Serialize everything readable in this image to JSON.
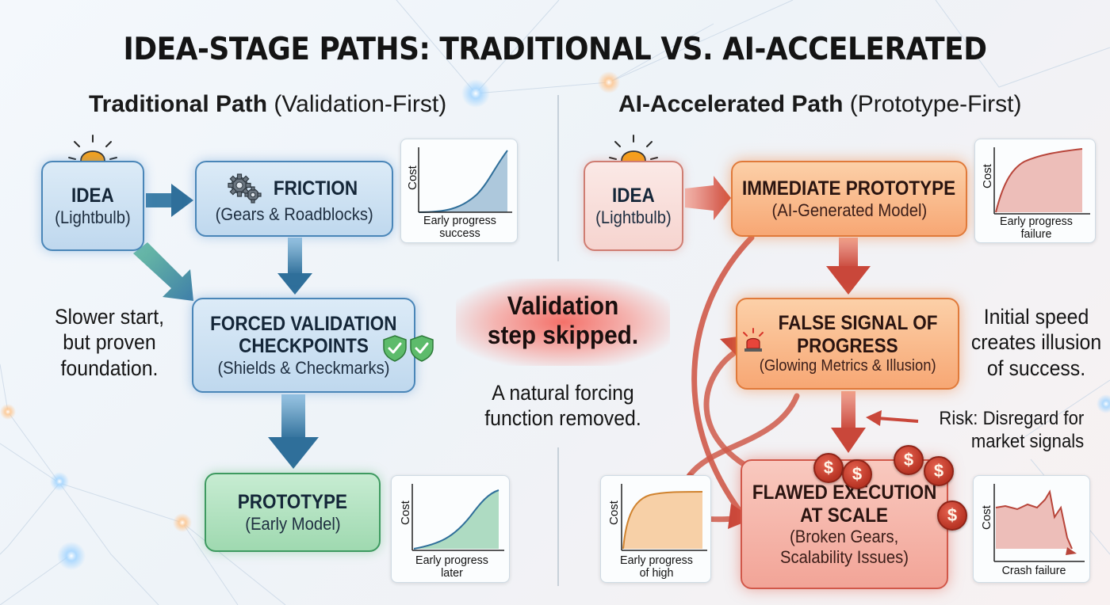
{
  "title": "IDEA-STAGE PATHS: TRADITIONAL VS. AI-ACCELERATED",
  "traditional": {
    "heading_bold": "Traditional Path",
    "heading_paren": "(Validation-First)",
    "idea": {
      "title": "IDEA",
      "subtitle": "(Lightbulb)"
    },
    "friction": {
      "title": "FRICTION",
      "subtitle": "(Gears & Roadblocks)"
    },
    "checkpoints": {
      "title_line1": "FORCED VALIDATION",
      "title_line2": "CHECKPOINTS",
      "subtitle": "(Shields & Checkmarks)"
    },
    "prototype": {
      "title": "PROTOTYPE",
      "subtitle": "(Early Model)"
    },
    "note": [
      "Slower start,",
      "but proven",
      "foundation."
    ],
    "chart_success": {
      "ylabel": "Cost",
      "xlabel_line1": "Early progress",
      "xlabel_line2": "success"
    },
    "chart_later": {
      "ylabel": "Cost",
      "xlabel_line1": "Early progress",
      "xlabel_line2": "later"
    }
  },
  "center": {
    "headline_line1": "Validation",
    "headline_line2": "step skipped.",
    "sub_line1": "A natural forcing",
    "sub_line2": "function removed."
  },
  "ai": {
    "heading_bold": "AI-Accelerated Path",
    "heading_paren": "(Prototype-First)",
    "idea": {
      "title": "IDEA",
      "subtitle": "(Lightbulb)"
    },
    "prototype": {
      "title": "IMMEDIATE PROTOTYPE",
      "subtitle": "(AI-Generated Model)"
    },
    "false_signal": {
      "title_line1": "FALSE SIGNAL OF",
      "title_line2": "PROGRESS",
      "subtitle": "(Glowing Metrics & Illusion)"
    },
    "execution": {
      "title_line1": "FLAWED EXECUTION",
      "title_line2": "AT SCALE",
      "subtitle_line1": "(Broken Gears,",
      "subtitle_line2": "Scalability Issues)"
    },
    "note": [
      "Initial speed",
      "creates illusion",
      "of success."
    ],
    "risk": [
      "Risk: Disregard for",
      "market signals"
    ],
    "coin_symbol": "$",
    "chart_failure": {
      "ylabel": "Cost",
      "xlabel_line1": "Early progress",
      "xlabel_line2": "failure"
    },
    "chart_high": {
      "ylabel": "Cost",
      "xlabel_line1": "Early progress",
      "xlabel_line2": "of high"
    },
    "chart_crash": {
      "ylabel": "Cost",
      "xlabel_line1": "Crash failure"
    }
  },
  "colors": {
    "blue_arrow": "#2f6f9a",
    "teal_arrow": "#3e8f8c",
    "red_arrow": "#cf4b3c",
    "blue_box": "#bfd8ee",
    "green_box": "#9fd9b0",
    "orange_box": "#f7a774",
    "red_box": "#f2a497"
  },
  "icons": [
    "lightbulb-icon",
    "gears-icon",
    "shield-check-icon",
    "alarm-icon",
    "dollar-coin-icon"
  ]
}
